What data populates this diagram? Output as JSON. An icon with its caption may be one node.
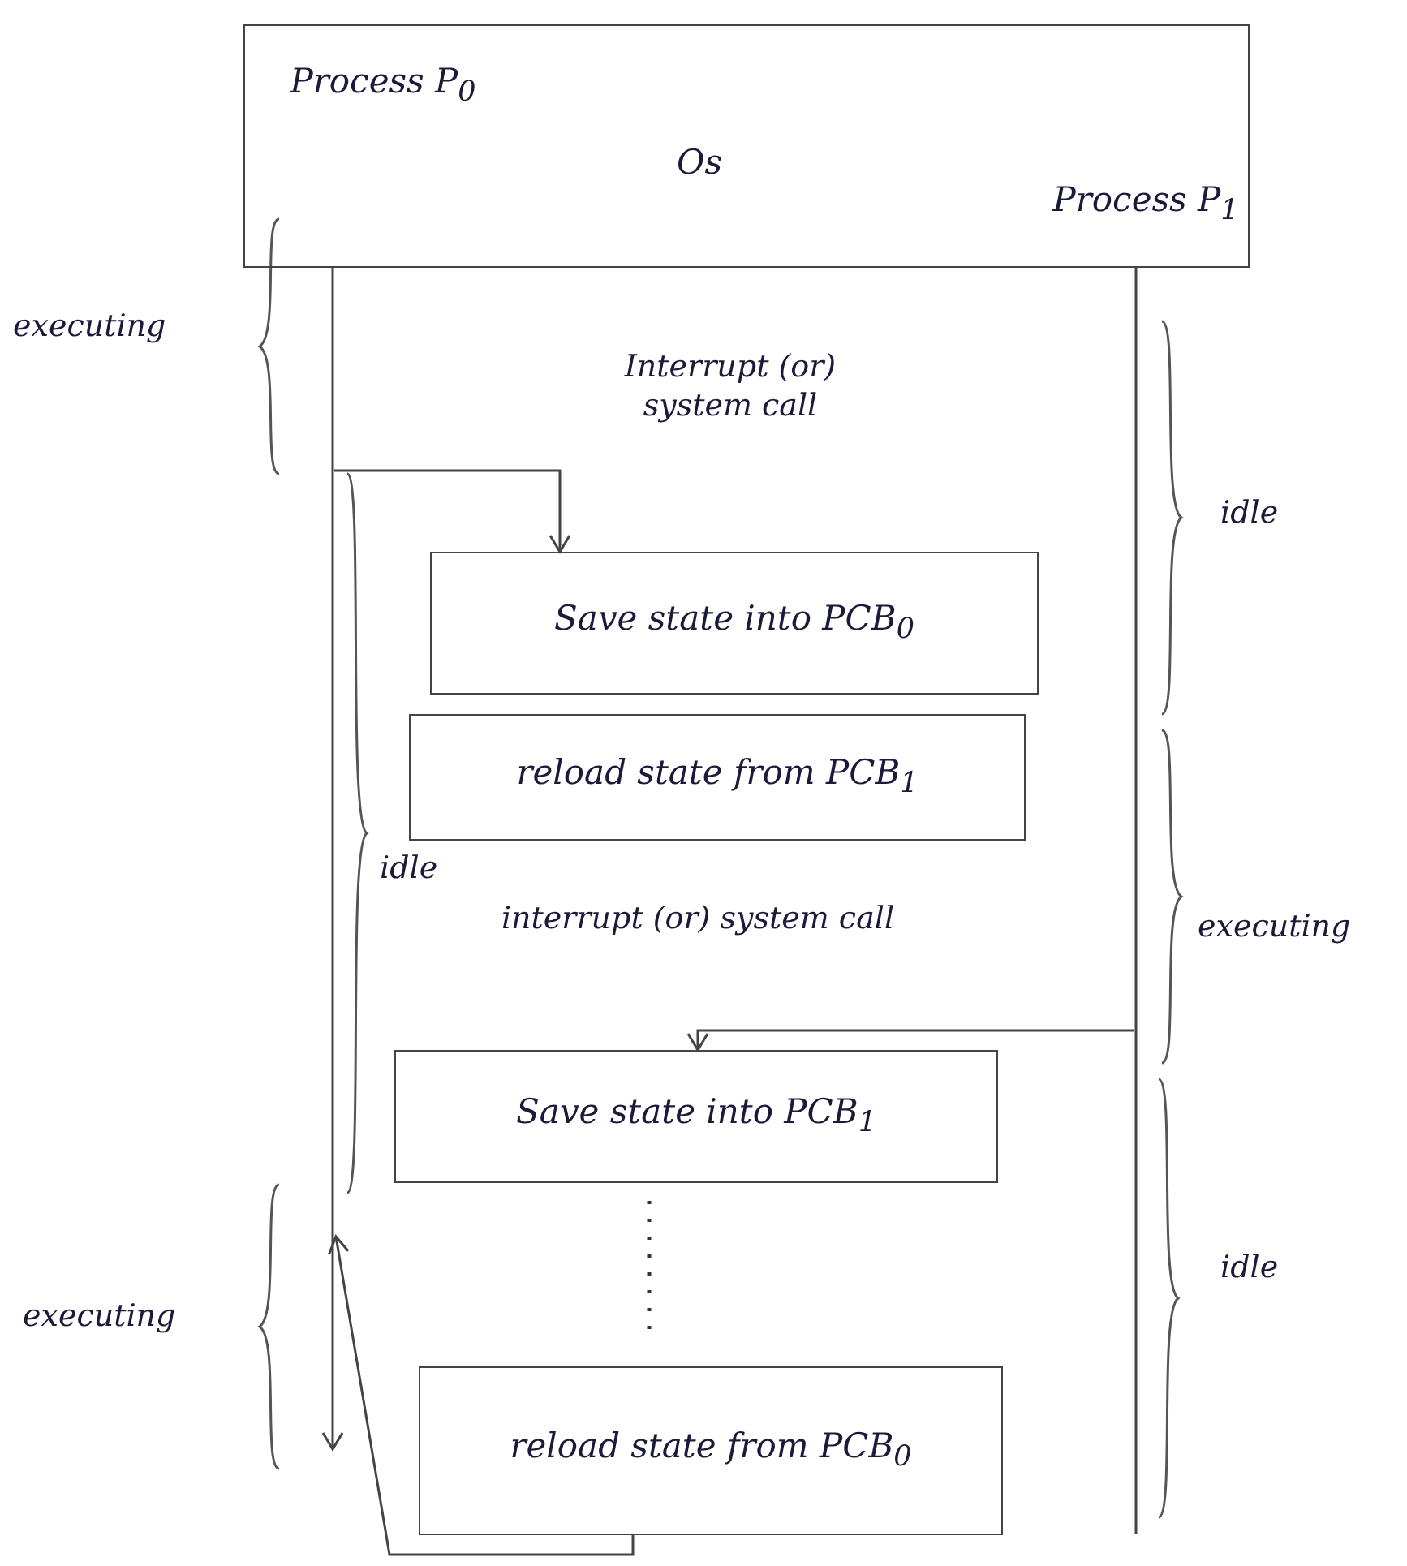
{
  "diagram": {
    "nodes": [
      {
        "text": [
          "Process P$_{0}$",
          "Os",
          "Process P$_{1}$"
        ]
      },
      {
        "text": [
          "Save state into PCB$_{0}$"
        ]
      },
      {
        "text": [
          "reload state from PCB$_{1}$"
        ]
      },
      {
        "text": [
          "Save state into PCB$_{1}$"
        ]
      },
      {
        "text": [
          "reload state from PCB$_{0}$"
        ]
      }
    ],
    "edges": [
      {
        "from": null,
        "to": 1,
        "arrow": "to",
        "label": "Interrupt (or) system call"
      },
      {
        "from": null,
        "to": 3,
        "arrow": "to",
        "label": "interrupt (or) system call"
      },
      {
        "from": 4,
        "to": null,
        "arrow": "to"
      }
    ],
    "labels": [
      "executing",
      "idle",
      "idle",
      "executing",
      "idle",
      "executing"
    ]
  }
}
